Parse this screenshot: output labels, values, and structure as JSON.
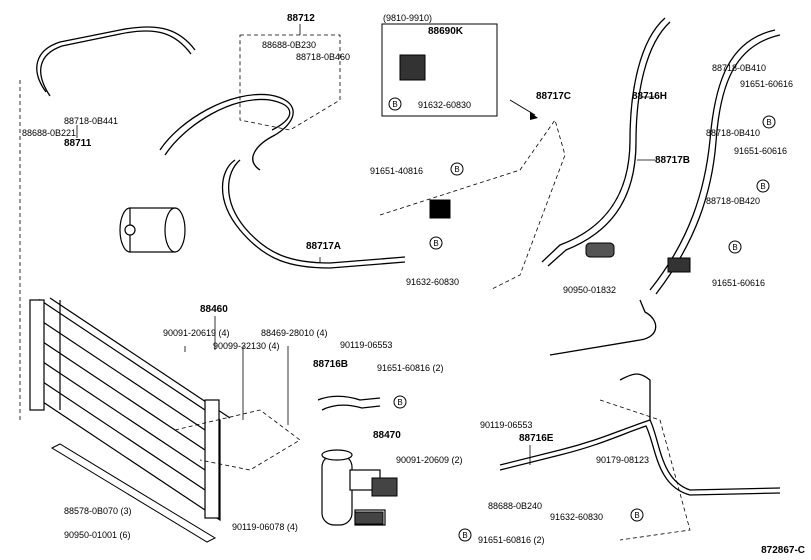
{
  "labels": {
    "p88711": "88711",
    "p88688_0B221": "88688-0B221",
    "p88718_0B441": "88718-0B441",
    "p88712": "88712",
    "p88688_0B230": "88688-0B230",
    "p88718_0B460": "88718-0B460",
    "p88717A": "88717A",
    "p91651_40816": "91651-40816",
    "p91632_60830_a": "91632-60830",
    "range_9810_9910": "(9810-9910)",
    "p88690K": "88690K",
    "p91632_60830_b": "91632-60830",
    "p88717C": "88717C",
    "p88716H": "88716H",
    "p88717B": "88717B",
    "p90950_01832": "90950-01832",
    "p88718_0B410": "88718-0B410",
    "p91651_60616_a": "91651-60616",
    "p88718_0B410_b": "88718-0B410",
    "p91651_60616_b": "91651-60616",
    "p88718_0B420": "88718-0B420",
    "p91651_60616_c": "91651-60616",
    "p88460": "88460",
    "p90091_20619": "90091-20619 (4)",
    "p88469_28010": "88469-28010 (4)",
    "p90099_32130": "90099-32130 (4)",
    "p90119_06553_a": "90119-06553",
    "p88716B": "88716B",
    "p91651_60816_2a": "91651-60816 (2)",
    "p88470": "88470",
    "p90091_20609": "90091-20609 (2)",
    "p88688_0B240": "88688-0B240",
    "p91651_60816_2b": "91651-60816 (2)",
    "p88578_0B070": "88578-0B070 (3)",
    "p90950_01001": "90950-01001 (6)",
    "p90119_06078": "90119-06078 (4)",
    "p90119_06553_b": "90119-06553",
    "p88716E": "88716E",
    "p90179_08123": "90179-08123",
    "p91632_60830_c": "91632-60830",
    "ref": "872867-C",
    "marker": "B"
  }
}
